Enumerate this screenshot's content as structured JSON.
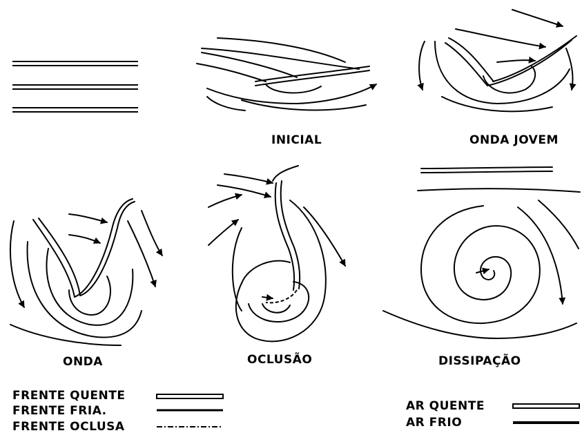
{
  "stages": {
    "inicial": "INICIAL",
    "onda_jovem": "ONDA JOVEM",
    "onda": "ONDA",
    "oclusao": "OCLUSÃO",
    "dissipacao": "DISSIPAÇÃO"
  },
  "legend_left": {
    "frente_quente": "FRENTE QUENTE",
    "frente_fria": "FRENTE FRIA.",
    "frente_oclusa": "FRENTE OCLUSA"
  },
  "legend_right": {
    "ar_quente": "AR QUENTE",
    "ar_frio": "AR FRIO"
  },
  "colors": {
    "ink": "#000000",
    "background": "#ffffff"
  }
}
